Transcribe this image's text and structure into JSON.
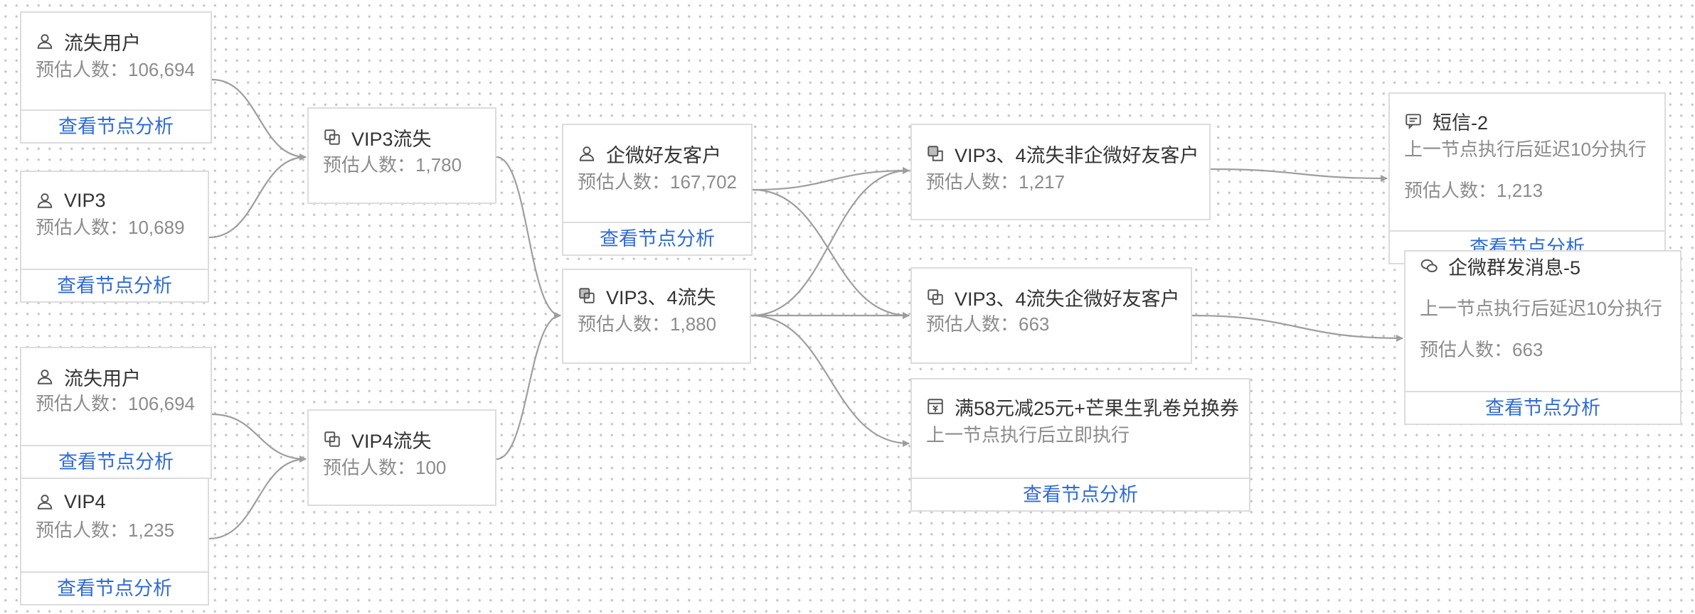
{
  "nodes": [
    {
      "id": "n1",
      "type": "audience",
      "title": "流失用户",
      "lines": [
        {
          "label": "预估人数：",
          "value": "106,694"
        }
      ],
      "link": "查看节点分析"
    },
    {
      "id": "n2",
      "type": "audience",
      "title": "VIP3",
      "lines": [
        {
          "label": "预估人数：",
          "value": "10,689"
        }
      ],
      "link": "查看节点分析"
    },
    {
      "id": "n3",
      "type": "audience",
      "title": "流失用户",
      "lines": [
        {
          "label": "预估人数：",
          "value": "106,694"
        }
      ],
      "link": "查看节点分析"
    },
    {
      "id": "n4",
      "type": "audience",
      "title": "VIP4",
      "lines": [
        {
          "label": "预估人数：",
          "value": "1,235"
        }
      ],
      "link": "查看节点分析"
    },
    {
      "id": "n5",
      "type": "intersect",
      "title": "VIP3流失",
      "lines": [
        {
          "label": "预估人数：",
          "value": "1,780"
        }
      ],
      "link": ""
    },
    {
      "id": "n6",
      "type": "intersect",
      "title": "VIP4流失",
      "lines": [
        {
          "label": "预估人数：",
          "value": "100"
        }
      ],
      "link": ""
    },
    {
      "id": "n7",
      "type": "audience",
      "title": "企微好友客户",
      "lines": [
        {
          "label": "预估人数：",
          "value": "167,702"
        }
      ],
      "link": "查看节点分析"
    },
    {
      "id": "n8",
      "type": "union",
      "title": "VIP3、4流失",
      "lines": [
        {
          "label": "预估人数：",
          "value": "1,880"
        }
      ],
      "link": ""
    },
    {
      "id": "n9",
      "type": "exclude",
      "title": "VIP3、4流失非企微好友客户",
      "lines": [
        {
          "label": "预估人数：",
          "value": "1,217"
        }
      ],
      "link": ""
    },
    {
      "id": "n10",
      "type": "intersect",
      "title": "VIP3、4流失企微好友客户",
      "lines": [
        {
          "label": "预估人数：",
          "value": "663"
        }
      ],
      "link": ""
    },
    {
      "id": "n11",
      "type": "coupon",
      "title": "满58元减25元+芒果生乳卷兑换券",
      "lines": [
        {
          "label": "上一节点执行后立即执行",
          "value": ""
        }
      ],
      "link": "查看节点分析"
    },
    {
      "id": "n12",
      "type": "sms",
      "title": "短信-2",
      "lines": [
        {
          "label": "上一节点执行后延迟10分执行",
          "value": ""
        },
        {
          "label": "预估人数：",
          "value": "1,213"
        }
      ],
      "link": "查看节点分析"
    },
    {
      "id": "n13",
      "type": "wechat",
      "title": "企微群发消息-5",
      "lines": [
        {
          "label": "上一节点执行后延迟10分执行",
          "value": ""
        },
        {
          "label": "预估人数：",
          "value": "663"
        }
      ],
      "link": "查看节点分析"
    }
  ],
  "edges": [
    [
      "n1",
      "n5"
    ],
    [
      "n2",
      "n5"
    ],
    [
      "n3",
      "n6"
    ],
    [
      "n4",
      "n6"
    ],
    [
      "n5",
      "n8"
    ],
    [
      "n6",
      "n8"
    ],
    [
      "n7",
      "n9"
    ],
    [
      "n7",
      "n10"
    ],
    [
      "n8",
      "n9"
    ],
    [
      "n8",
      "n10"
    ],
    [
      "n8",
      "n11"
    ],
    [
      "n9",
      "n12"
    ],
    [
      "n10",
      "n13"
    ]
  ],
  "colors": {
    "edge": "#9e9e9e",
    "link": "#2f6bd6",
    "border": "#dcdcdc",
    "title": "#333333",
    "muted": "#8c8c8c"
  }
}
